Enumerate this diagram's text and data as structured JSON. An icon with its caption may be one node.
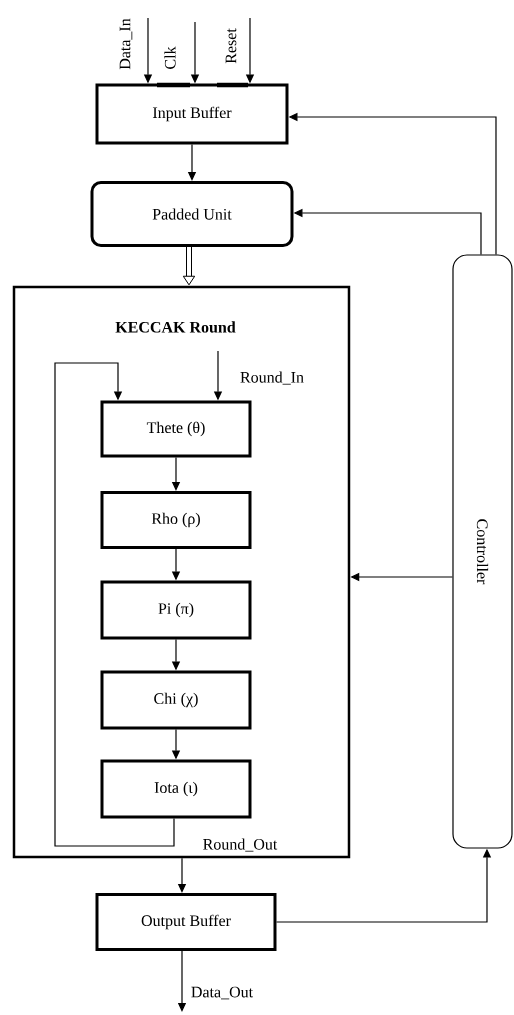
{
  "diagram": {
    "nodes": [
      {
        "text": [
          "Input Buffer"
        ]
      },
      {
        "text": [
          "Padded Unit"
        ]
      },
      {
        "text": [
          "KECCAK Round"
        ]
      },
      {
        "text": [
          "Thete (θ)"
        ],
        "in": 2
      },
      {
        "text": [
          "Rho (ρ)"
        ],
        "in": 2
      },
      {
        "text": [
          "Pi (π)"
        ],
        "in": 2
      },
      {
        "text": [
          "Chi (χ)"
        ],
        "in": 2
      },
      {
        "text": [
          "Iota (ι)"
        ],
        "in": 2
      },
      {
        "text": [
          "Output Buffer"
        ]
      },
      {
        "text": [
          "Controller"
        ]
      }
    ],
    "edges": [
      {
        "from": null,
        "to": 0,
        "arrow": "to",
        "label": "Data_In"
      },
      {
        "from": null,
        "to": 0,
        "arrow": "to",
        "label": "Clk"
      },
      {
        "from": null,
        "to": 0,
        "arrow": "to",
        "label": "Reset"
      },
      {
        "from": 0,
        "to": 1,
        "arrow": "to"
      },
      {
        "from": 1,
        "to": 2,
        "arrow": "to",
        "style": "thick"
      },
      {
        "from": 9,
        "to": 0,
        "arrow": "to"
      },
      {
        "from": 9,
        "to": 1,
        "arrow": "to"
      },
      {
        "from": 9,
        "to": 2,
        "arrow": "to"
      },
      {
        "from": 8,
        "to": 9,
        "arrow": "to"
      },
      {
        "from": 3,
        "to": 4,
        "arrow": "to"
      },
      {
        "from": 4,
        "to": 5,
        "arrow": "to"
      },
      {
        "from": 5,
        "to": 6,
        "arrow": "to"
      },
      {
        "from": 6,
        "to": 7,
        "arrow": "to"
      },
      {
        "from": 7,
        "to": 3,
        "arrow": "to"
      },
      {
        "from": null,
        "to": 3,
        "arrow": "to",
        "label": "Round_In"
      },
      {
        "from": 2,
        "to": 8,
        "arrow": "to"
      },
      {
        "from": 8,
        "to": null,
        "arrow": "to",
        "label": "Data_Out"
      }
    ],
    "labels": [
      "Round_Out"
    ]
  }
}
